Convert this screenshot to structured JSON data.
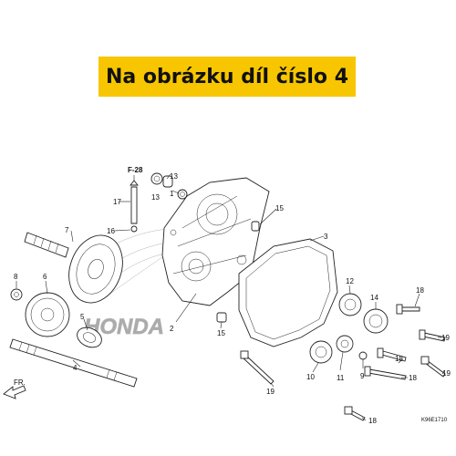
{
  "banner": {
    "text": "Na obrázku díl číslo 4"
  },
  "diagram": {
    "ref_label": "F-28",
    "watermark": "HONDA",
    "direction_label": "FR.",
    "drawing_code": "K96E1710",
    "callouts": [
      "1",
      "2",
      "3",
      "4",
      "5",
      "6",
      "7",
      "8",
      "9",
      "10",
      "11",
      "12",
      "13",
      "13",
      "14",
      "15",
      "15",
      "16",
      "17",
      "18",
      "18",
      "18",
      "19",
      "19",
      "19"
    ]
  },
  "colors": {
    "banner": "#f7c600",
    "line": "#222222"
  }
}
